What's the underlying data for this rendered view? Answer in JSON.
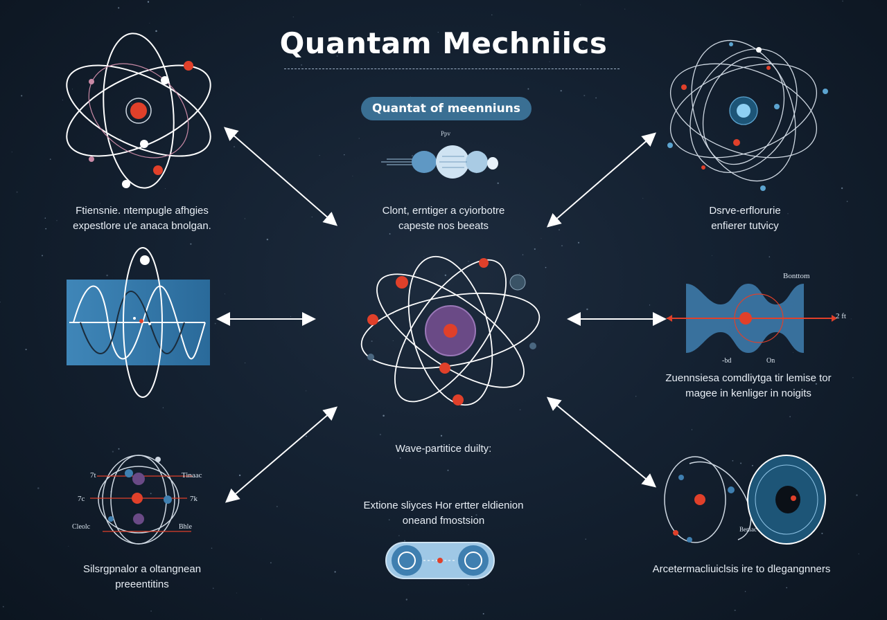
{
  "title": "Quantam Mechniics",
  "subtitle_pill": "Quantat of meenniuns",
  "captions": {
    "top_left": [
      "Ftiensnie. ntempugle afhgies",
      "expestlore u'e anaca bnolgan."
    ],
    "top_center": [
      "Clont, erntiger a cyiorbotre",
      "capeste nos beeats"
    ],
    "top_right": [
      "Dsrve-erflorurie",
      "enfierer tutvicy"
    ],
    "middle_right": [
      "Zuennsiesa comdliytga  tir lemise tor",
      "magee in kenliger in noigits"
    ],
    "center": [
      "Wave-partitice duilty:"
    ],
    "bottom_center": [
      "Extione sliyces Hor ertter eldienion",
      "oneand fmostsion"
    ],
    "bottom_left": [
      "Silsrgpnalor a oltangnean",
      "preeentitins"
    ],
    "bottom_right": [
      "Arcetermacliuiclsis ire to dlegangnners"
    ]
  },
  "diagram_labels": {
    "wave_small_top": "Ppv",
    "wave_right_top": "Bonttom",
    "wave_right_axis_end": "2 ft",
    "wave_right_tick_left": "-bd",
    "wave_right_tick_right": "On",
    "orbit_bl_top_left": "7t",
    "orbit_bl_top_right": "Tinaac",
    "orbit_bl_mid_left": "7c",
    "orbit_bl_mid_right": "7k",
    "orbit_bl_low_left": "Cleolc",
    "orbit_bl_low_right": "Bhle",
    "atom_br_small": "Beniac"
  },
  "colors": {
    "background": "#142131",
    "accent_blue": "#3a6f93",
    "electron_red": "#e0402a",
    "nucleus_purple": "#6a4a86",
    "wave_blue": "#4f8ec0"
  }
}
